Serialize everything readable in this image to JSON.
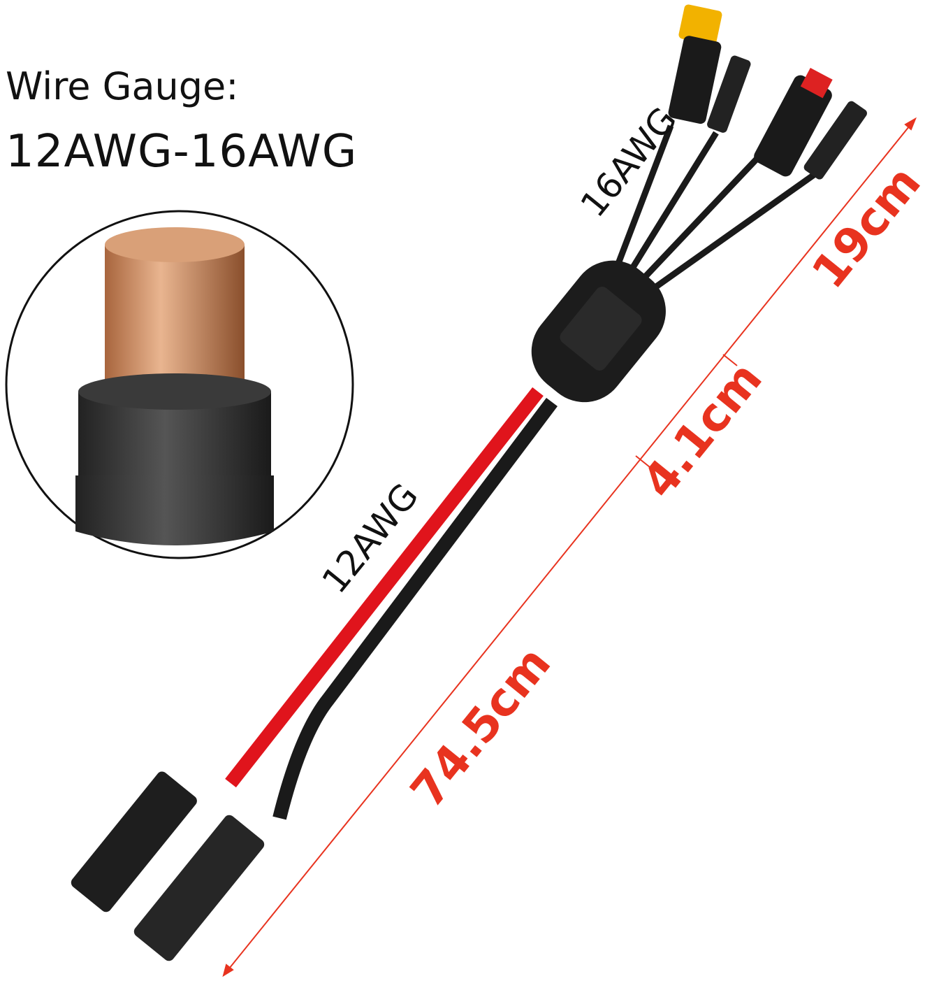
{
  "header": {
    "line1": "Wire Gauge:",
    "line2": "12AWG-16AWG"
  },
  "labels": {
    "gauge_branch": "16AWG",
    "gauge_main": "12AWG"
  },
  "dimensions": {
    "branch_length": "19cm",
    "hub_length": "4.1cm",
    "main_length": "74.5cm"
  },
  "colors": {
    "measure": "#e8331f",
    "cable_red": "#e0141c",
    "cable_black": "#1a1a1a",
    "copper": "#c98a5e",
    "xt60": "#f2b200"
  }
}
